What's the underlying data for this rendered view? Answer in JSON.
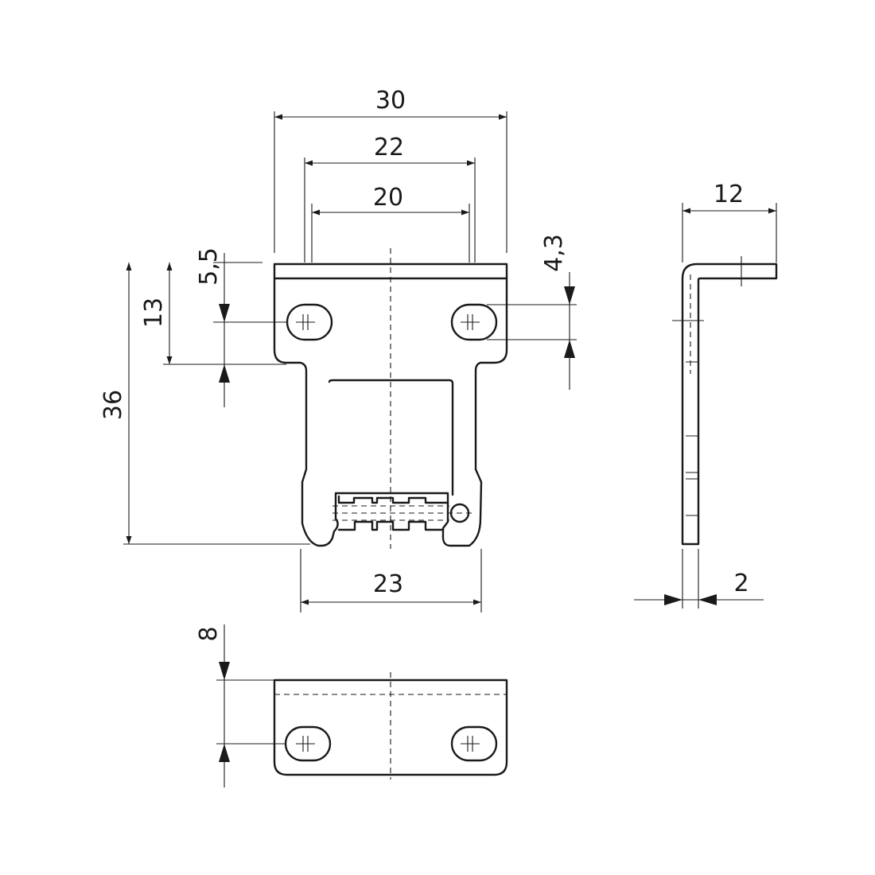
{
  "drawing": {
    "dimensions": {
      "width_overall": "30",
      "hole_spacing_outer": "22",
      "hole_spacing_inner": "20",
      "bottom_width": "23",
      "height_overall": "36",
      "hole_to_top_13": "13",
      "hole_to_top_5_5": "5,5",
      "slot_height": "4,3",
      "flange_length": "12",
      "thickness": "2",
      "flange_height_bottom_view": "8"
    }
  }
}
